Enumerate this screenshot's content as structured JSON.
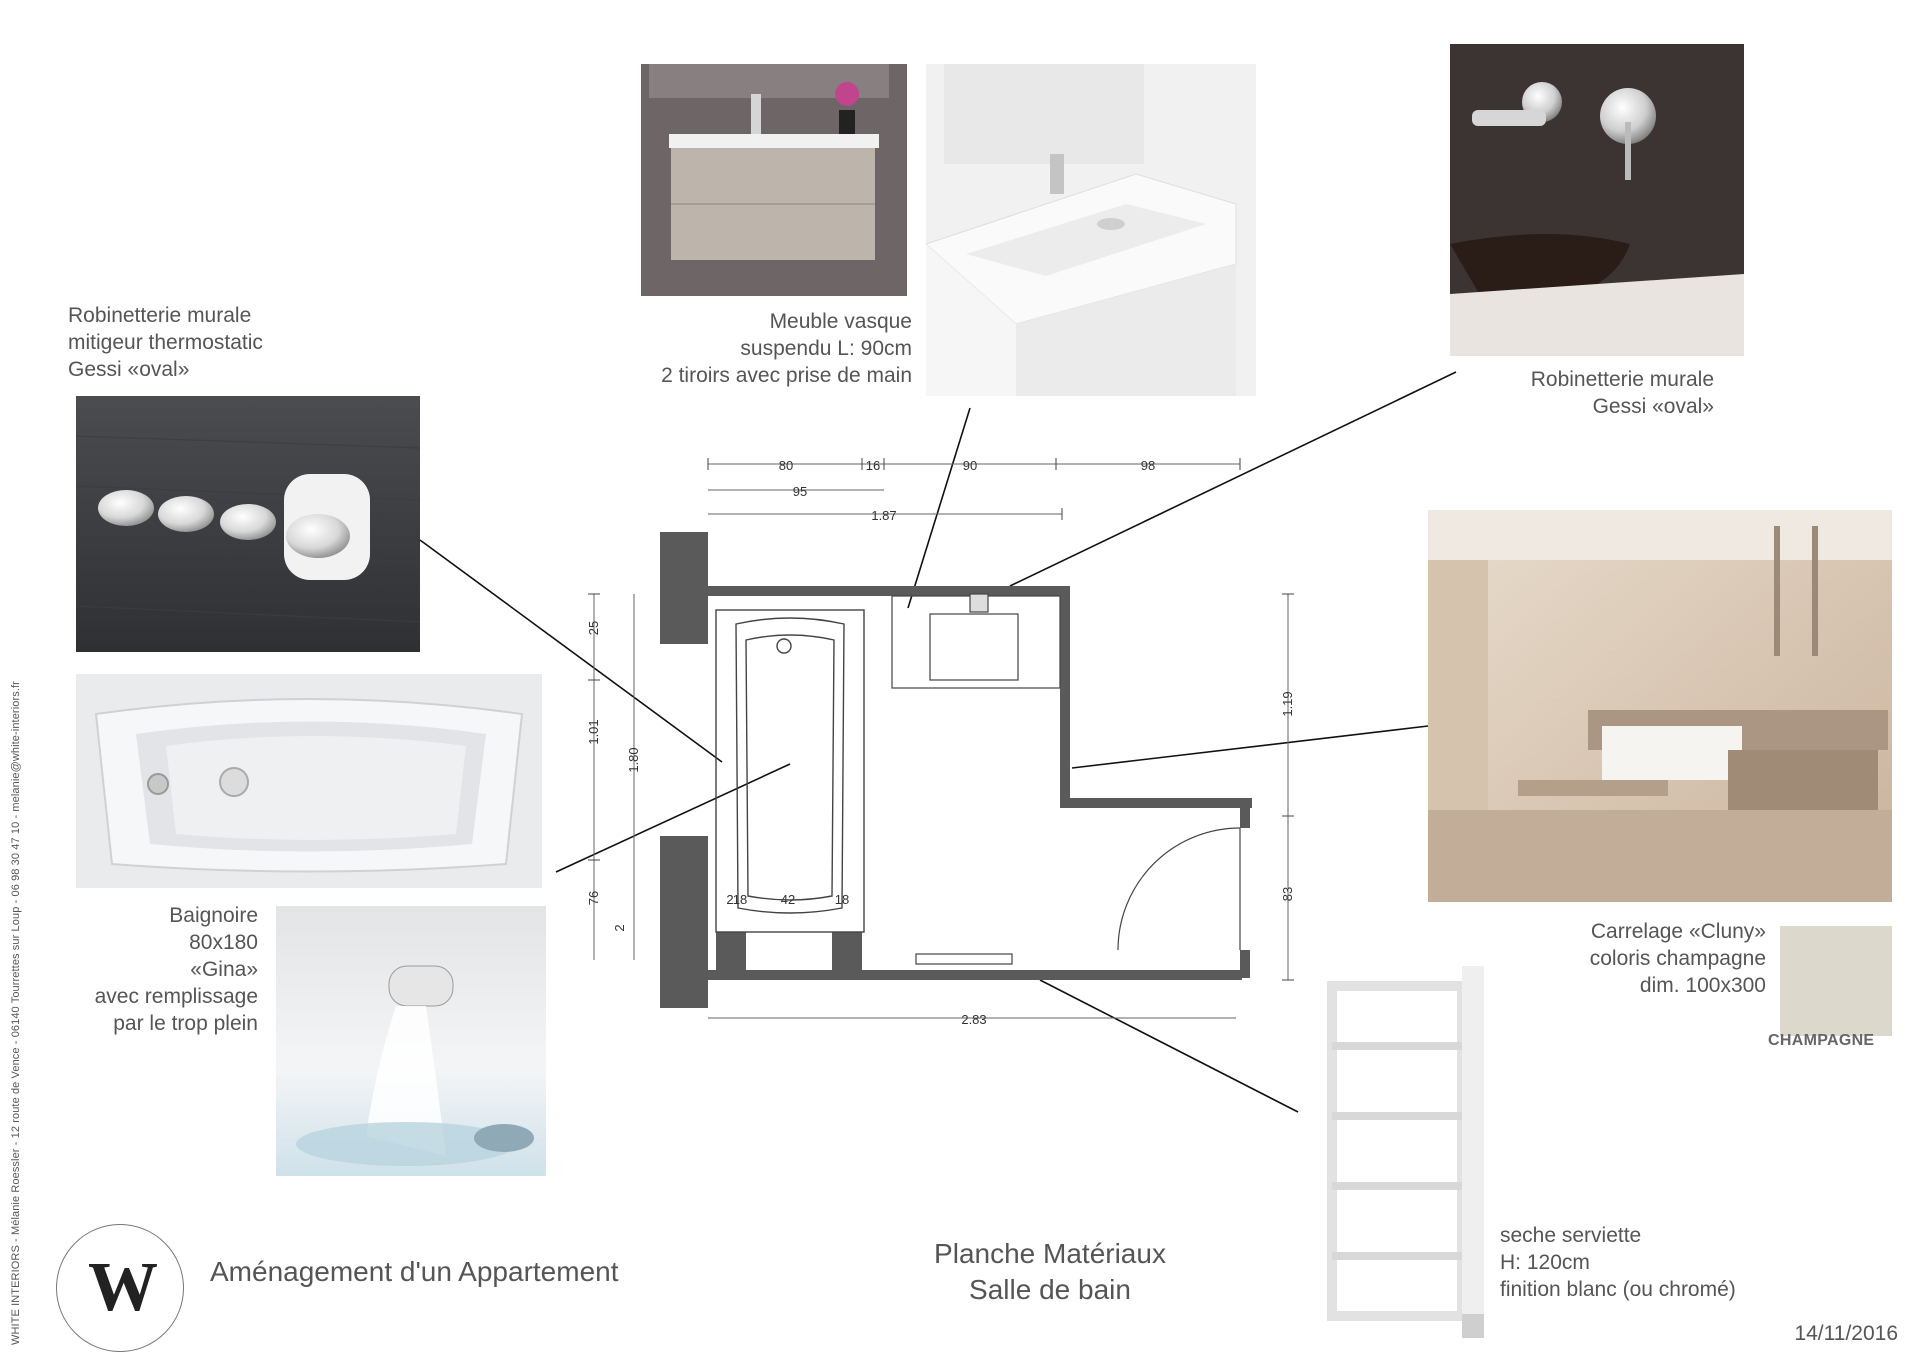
{
  "sidebar_text": "WHITE INTERIORS - Mélanie Roessler - 12 route de Vence - 06140 Tourrettes sur Loup - 06 98 30 47 10 - melanie@white-interiors.fr",
  "logo_letters": "W",
  "project_title": "Aménagement d'un Appartement",
  "board_title": {
    "line1": "Planche Matériaux",
    "line2": "Salle de bain"
  },
  "date": "14/11/2016",
  "labels": {
    "thermostatic": [
      "Robinetterie murale",
      "mitigeur thermostatic",
      "Gessi «oval»"
    ],
    "vanity": [
      "Meuble vasque",
      "suspendu L: 90cm",
      "2 tiroirs avec prise de main"
    ],
    "wall_tap": [
      "Robinetterie murale",
      "Gessi «oval»"
    ],
    "bathtub": [
      "Baignoire",
      "80x180",
      "«Gina»",
      "avec remplissage",
      "par le trop plein"
    ],
    "tile": [
      "Carrelage «Cluny»",
      "coloris champagne",
      "dim. 100x300"
    ],
    "towel": [
      "seche serviette",
      "H: 120cm",
      "finition blanc (ou chromé)"
    ]
  },
  "swatch_label": "CHAMPAGNE",
  "plan": {
    "dims_top": [
      "80",
      "16",
      "90",
      "98"
    ],
    "dim_95": "95",
    "dim_187": "1.87",
    "dims_left": [
      "25",
      "1.01",
      "1.80",
      "76",
      "2"
    ],
    "dims_right": [
      "1.19",
      "83"
    ],
    "dims_bath": [
      "2",
      "18",
      "42",
      "18"
    ],
    "dim_bottom": "2.83"
  },
  "colors": {
    "wall": "#5a5a5a",
    "text": "#555555",
    "line": "#111111"
  }
}
